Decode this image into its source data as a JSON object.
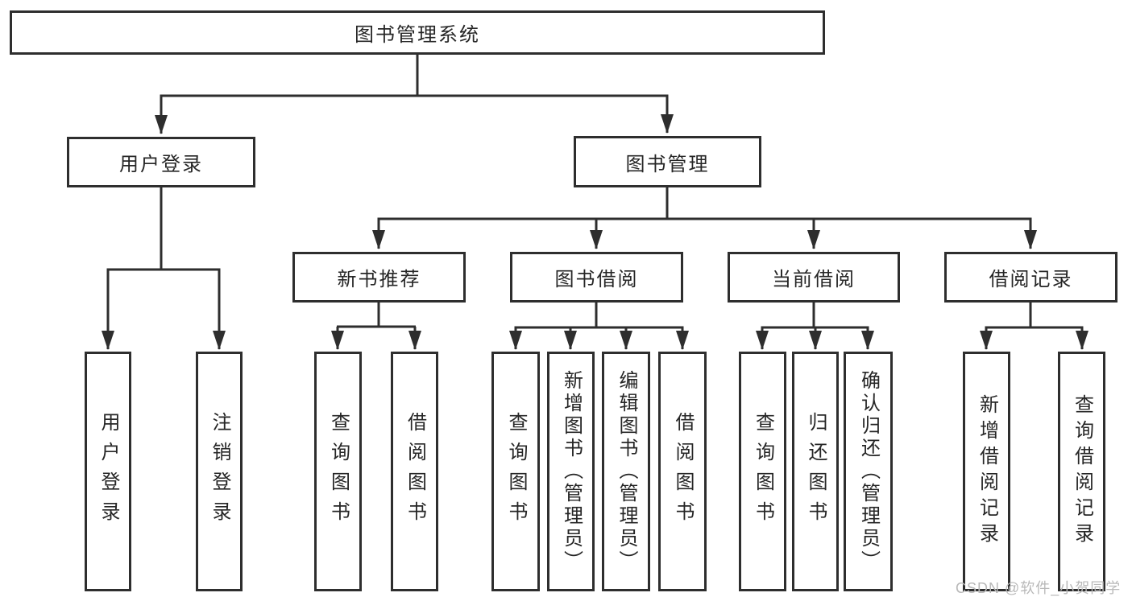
{
  "diagram_title": "图书管理系统",
  "tree": {
    "label": "图书管理系统",
    "children": [
      {
        "label": "用户登录",
        "children": [
          {
            "label": "用户登录"
          },
          {
            "label": "注销登录"
          }
        ]
      },
      {
        "label": "图书管理",
        "children": [
          {
            "label": "新书推荐",
            "children": [
              {
                "label": "查询图书"
              },
              {
                "label": "借阅图书"
              }
            ]
          },
          {
            "label": "图书借阅",
            "children": [
              {
                "label": "查询图书"
              },
              {
                "label": "新增图书（管理员）"
              },
              {
                "label": "编辑图书（管理员）"
              },
              {
                "label": "借阅图书"
              }
            ]
          },
          {
            "label": "当前借阅",
            "children": [
              {
                "label": "查询图书"
              },
              {
                "label": "归还图书"
              },
              {
                "label": "确认归还（管理员）"
              }
            ]
          },
          {
            "label": "借阅记录",
            "children": [
              {
                "label": "新增借阅记录"
              },
              {
                "label": "查询借阅记录"
              }
            ]
          }
        ]
      }
    ]
  },
  "watermark": {
    "text": "CSDN @软件_小贺同学",
    "color": "#b9b9b9"
  },
  "colors": {
    "line": "#2e2e2e",
    "box_border": "#2e2e2e",
    "text": "#262626",
    "background": "#ffffff",
    "watermark": "#b9b9b9"
  }
}
